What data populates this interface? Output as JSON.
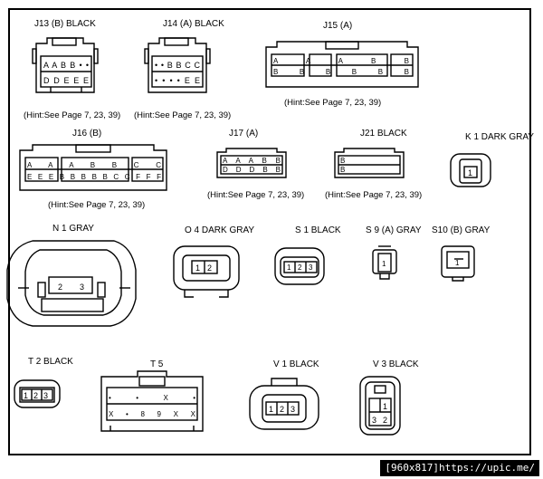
{
  "connectors": {
    "j13": {
      "title": "J13 (B) BLACK",
      "hint": "(Hint:See Page 7, 23, 39)",
      "row1": [
        "A",
        "A",
        "B",
        "B",
        "•",
        "•"
      ],
      "row2": [
        "D",
        "D",
        "E",
        "E",
        "E",
        ""
      ]
    },
    "j14": {
      "title": "J14 (A) BLACK",
      "hint": "(Hint:See Page 7, 23, 39)",
      "row1": [
        "•",
        "•",
        "B",
        "B",
        "C",
        "C"
      ],
      "row2": [
        "•",
        "•",
        "•",
        "•",
        "E",
        "E"
      ]
    },
    "j15": {
      "title": "J15 (A)",
      "hint": "(Hint:See Page 7, 23, 39)",
      "row1": [
        "A",
        "A",
        "A",
        "",
        "",
        "",
        "B",
        "B",
        "",
        "",
        "",
        ""
      ],
      "row2": [
        "",
        "",
        "",
        "B",
        "B",
        "B",
        "B",
        "B",
        "B",
        "",
        "",
        ""
      ]
    },
    "j16": {
      "title": "J16 (B)",
      "hint": "(Hint:See Page 7, 23, 39)",
      "row1": [
        "A",
        "A",
        "A",
        "",
        "B",
        "B",
        "",
        "",
        "C",
        "C",
        "",
        ""
      ],
      "row2": [
        "E",
        "E",
        "E",
        "",
        "B",
        "B",
        "B",
        "B",
        "B",
        "C",
        "C",
        "",
        "F",
        "F",
        "F"
      ]
    },
    "j17": {
      "title": "J17 (A)",
      "hint": "(Hint:See Page 7, 23, 39)",
      "row1": [
        "A",
        "A",
        "A",
        "",
        "",
        "",
        "B",
        "B"
      ],
      "row2": [
        "",
        "",
        "",
        "D",
        "D",
        "D",
        "B",
        "B"
      ]
    },
    "j21": {
      "title": "J21 BLACK",
      "hint": "(Hint:See Page 7, 23, 39)",
      "row1": [
        "",
        "",
        "",
        "",
        "",
        "",
        "B"
      ],
      "row2": [
        "",
        "",
        "",
        "",
        "",
        "",
        "B"
      ]
    },
    "k1": {
      "title": "K 1 DARK GRAY",
      "pins": [
        "1"
      ]
    },
    "n1": {
      "title": "N 1 GRAY",
      "pins": [
        "2",
        "3"
      ]
    },
    "o4": {
      "title": "O 4 DARK GRAY",
      "pins": [
        "1",
        "2"
      ]
    },
    "s1": {
      "title": "S 1 BLACK",
      "pins": [
        "1",
        "2",
        "3"
      ]
    },
    "s9": {
      "title": "S 9 (A) GRAY",
      "pins": [
        "1"
      ]
    },
    "s10": {
      "title": "S10 (B) GRAY",
      "pins": [
        "1"
      ]
    },
    "t2": {
      "title": "T 2 BLACK",
      "pins": [
        "1",
        "2",
        "3"
      ]
    },
    "t5": {
      "title": "T 5",
      "row1": [
        "•",
        "",
        "•",
        "",
        "",
        "",
        "",
        "",
        "X",
        "•"
      ],
      "row2": [
        "X",
        "",
        "•",
        "8",
        "9",
        "X",
        "X",
        ""
      ]
    },
    "v1": {
      "title": "V 1 BLACK",
      "pins": [
        "1",
        "2",
        "3"
      ]
    },
    "v3": {
      "title": "V 3 BLACK",
      "pins": [
        "1",
        "2",
        "3"
      ]
    }
  },
  "watermark": "[960x817]https://upic.me/"
}
